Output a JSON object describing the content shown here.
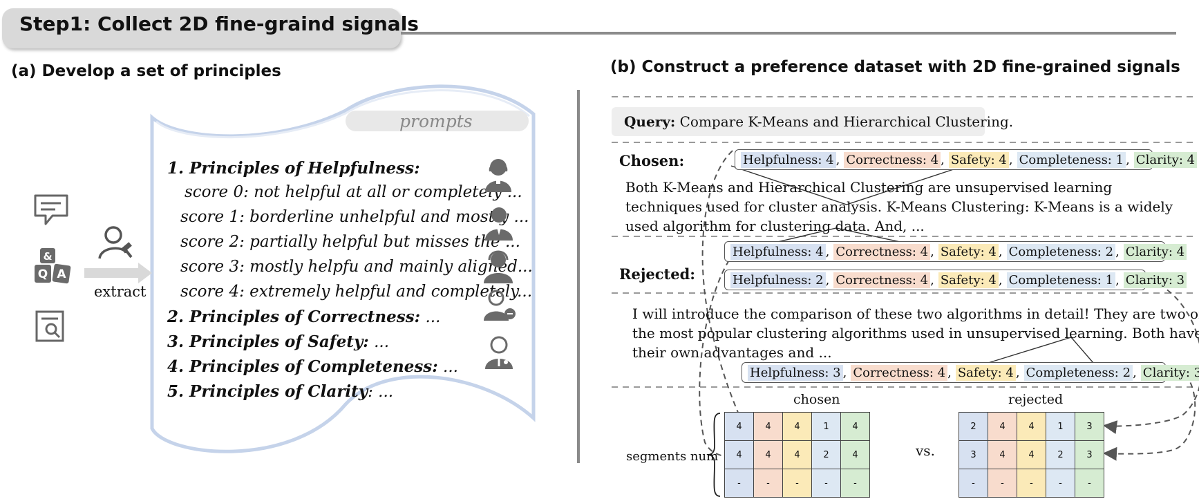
{
  "header": {
    "step_title": "Step1: Collect 2D fine-graind signals"
  },
  "panel_a": {
    "title": "(a) Develop a set of principles",
    "prompts_label": "prompts",
    "extract_label": "extract",
    "principles": [
      {
        "text": "1. Principles of Helpfulness:",
        "bold": true
      },
      {
        "text": "score 0: not helpful at all or completely ...",
        "bold": false
      },
      {
        "text": "score 1: borderline unhelpful and mostly ...",
        "bold": false
      },
      {
        "text": "score 2: partially helpful but misses the ...",
        "bold": false
      },
      {
        "text": "score 3: mostly helpfu and mainly aligned...",
        "bold": false
      },
      {
        "text": "score 4: extremely helpful and completely...",
        "bold": false
      },
      {
        "text": "2. Principles of Correctness:",
        "bold": true,
        "suffix": " ..."
      },
      {
        "text": "3. Principles of Safety:",
        "bold": true,
        "suffix": " ..."
      },
      {
        "text": "4. Principles of Completeness:",
        "bold": true,
        "suffix": " ..."
      },
      {
        "text": "5. Principles of Clarity",
        "bold": true,
        "suffix": ": ..."
      }
    ]
  },
  "panel_b": {
    "title": "(b) Construct a preference dataset with 2D fine-grained signals",
    "query_label": "Query:",
    "query_text": " Compare K-Means and Hierarchical Clustering.",
    "chosen_label": "Chosen:",
    "rejected_label": "Rejected:",
    "chosen_text": [
      "Both K-Means and Hierarchical Clustering are unsupervised learning",
      "techniques used for cluster analysis. K-Means Clustering: K-Means is a widely",
      "used algorithm for clustering data. And, ..."
    ],
    "rejected_text": [
      "I will introduce the comparison of these two algorithms in detail! They are two of",
      "the most popular clustering algorithms used in unsupervised learning. Both have",
      "their own advantages and ..."
    ],
    "score_bars": [
      {
        "Helpfulness": "4",
        "Correctness": "4",
        "Safety": "4",
        "Completeness": "1",
        "Clarity": "4"
      },
      {
        "Helpfulness": "4",
        "Correctness": "4",
        "Safety": "4",
        "Completeness": "2",
        "Clarity": "4"
      },
      {
        "Helpfulness": "2",
        "Correctness": "4",
        "Safety": "4",
        "Completeness": "1",
        "Clarity": "3"
      },
      {
        "Helpfulness": "3",
        "Correctness": "4",
        "Safety": "4",
        "Completeness": "2",
        "Clarity": "3"
      }
    ],
    "score_prefix": {
      "Helpfulness": "Helpfulness: ",
      "Correctness": "Correctness: ",
      "Safety": "Safety: ",
      "Completeness": "Completeness: ",
      "Clarity": "Clarity: "
    },
    "matrix_chosen_title": "chosen",
    "matrix_rejected_title": "rejected",
    "segments_label": "segments num",
    "vs_label": "vs.",
    "matrix_chosen": [
      [
        "4",
        "4",
        "4",
        "1",
        "4"
      ],
      [
        "4",
        "4",
        "4",
        "2",
        "4"
      ],
      [
        "-",
        "-",
        "-",
        "-",
        "-"
      ]
    ],
    "matrix_rejected": [
      [
        "2",
        "4",
        "4",
        "1",
        "3"
      ],
      [
        "3",
        "4",
        "4",
        "2",
        "3"
      ],
      [
        "-",
        "-",
        "-",
        "-",
        "-"
      ]
    ],
    "column_colors": [
      "#d7e1f1",
      "#f8dccd",
      "#fbeab8",
      "#dde8f3",
      "#d6ecd2"
    ]
  }
}
